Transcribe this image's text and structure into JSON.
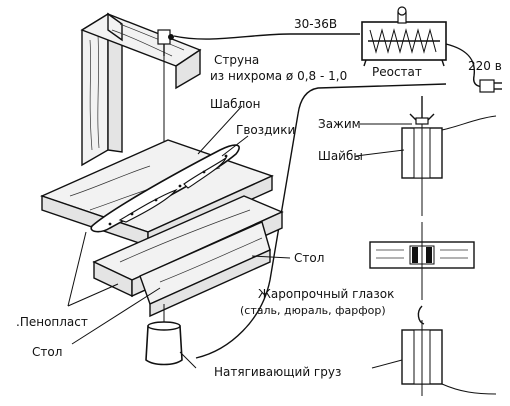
{
  "labels": {
    "voltage": "30-36В",
    "string": "Струна",
    "string_material": "из нихрома ø 0,8 - 1,0",
    "rheostat": "Реостат",
    "mains": "220 в",
    "template": "Шаблон",
    "nails": "Гвоздики",
    "clamp": "Зажим",
    "washers": "Шайбы",
    "table_right": "Стол",
    "heat_eye": "Жаропрочный глазок",
    "heat_eye_materials": "(сталь, дюраль, фарфор)",
    "foam": ".Пенопласт",
    "table_left": "Стол",
    "weight": "Натягивающий груз"
  }
}
